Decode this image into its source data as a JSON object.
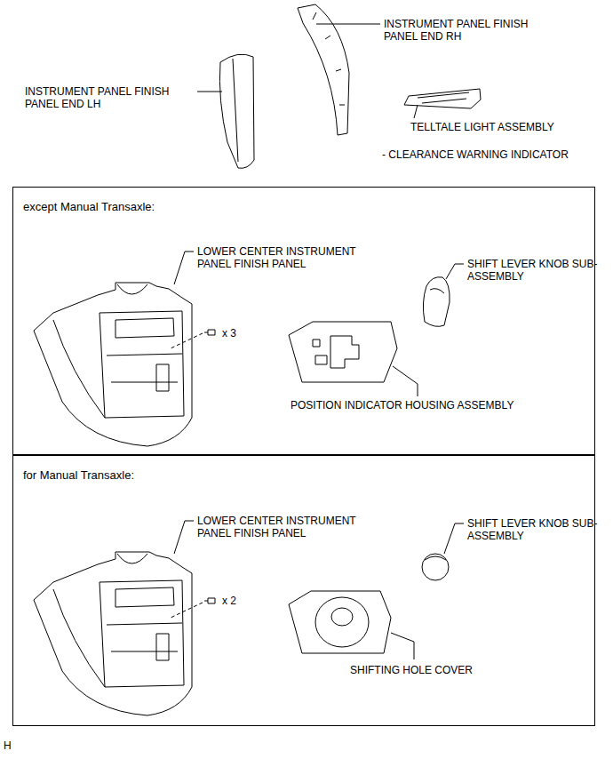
{
  "diagram": {
    "nodes": [
      {
        "text": [
          "except Manual Transaxle:"
        ]
      },
      {
        "text": [
          "for Manual Transaxle:"
        ]
      }
    ],
    "labels": [
      "INSTRUMENT PANEL FINISH PANEL END RH",
      "INSTRUMENT PANEL FINISH PANEL END LH",
      "TELLTALE LIGHT ASSEMBLY",
      "- CLEARANCE WARNING INDICATOR",
      "LOWER CENTER INSTRUMENT PANEL FINISH PANEL",
      "SHIFT LEVER KNOB SUB-ASSEMBLY",
      "x 3",
      "POSITION INDICATOR HOUSING ASSEMBLY",
      "LOWER CENTER INSTRUMENT PANEL FINISH PANEL",
      "SHIFT LEVER KNOB SUB-ASSEMBLY",
      "x 2",
      "SHIFTING HOLE COVER",
      "H"
    ]
  }
}
